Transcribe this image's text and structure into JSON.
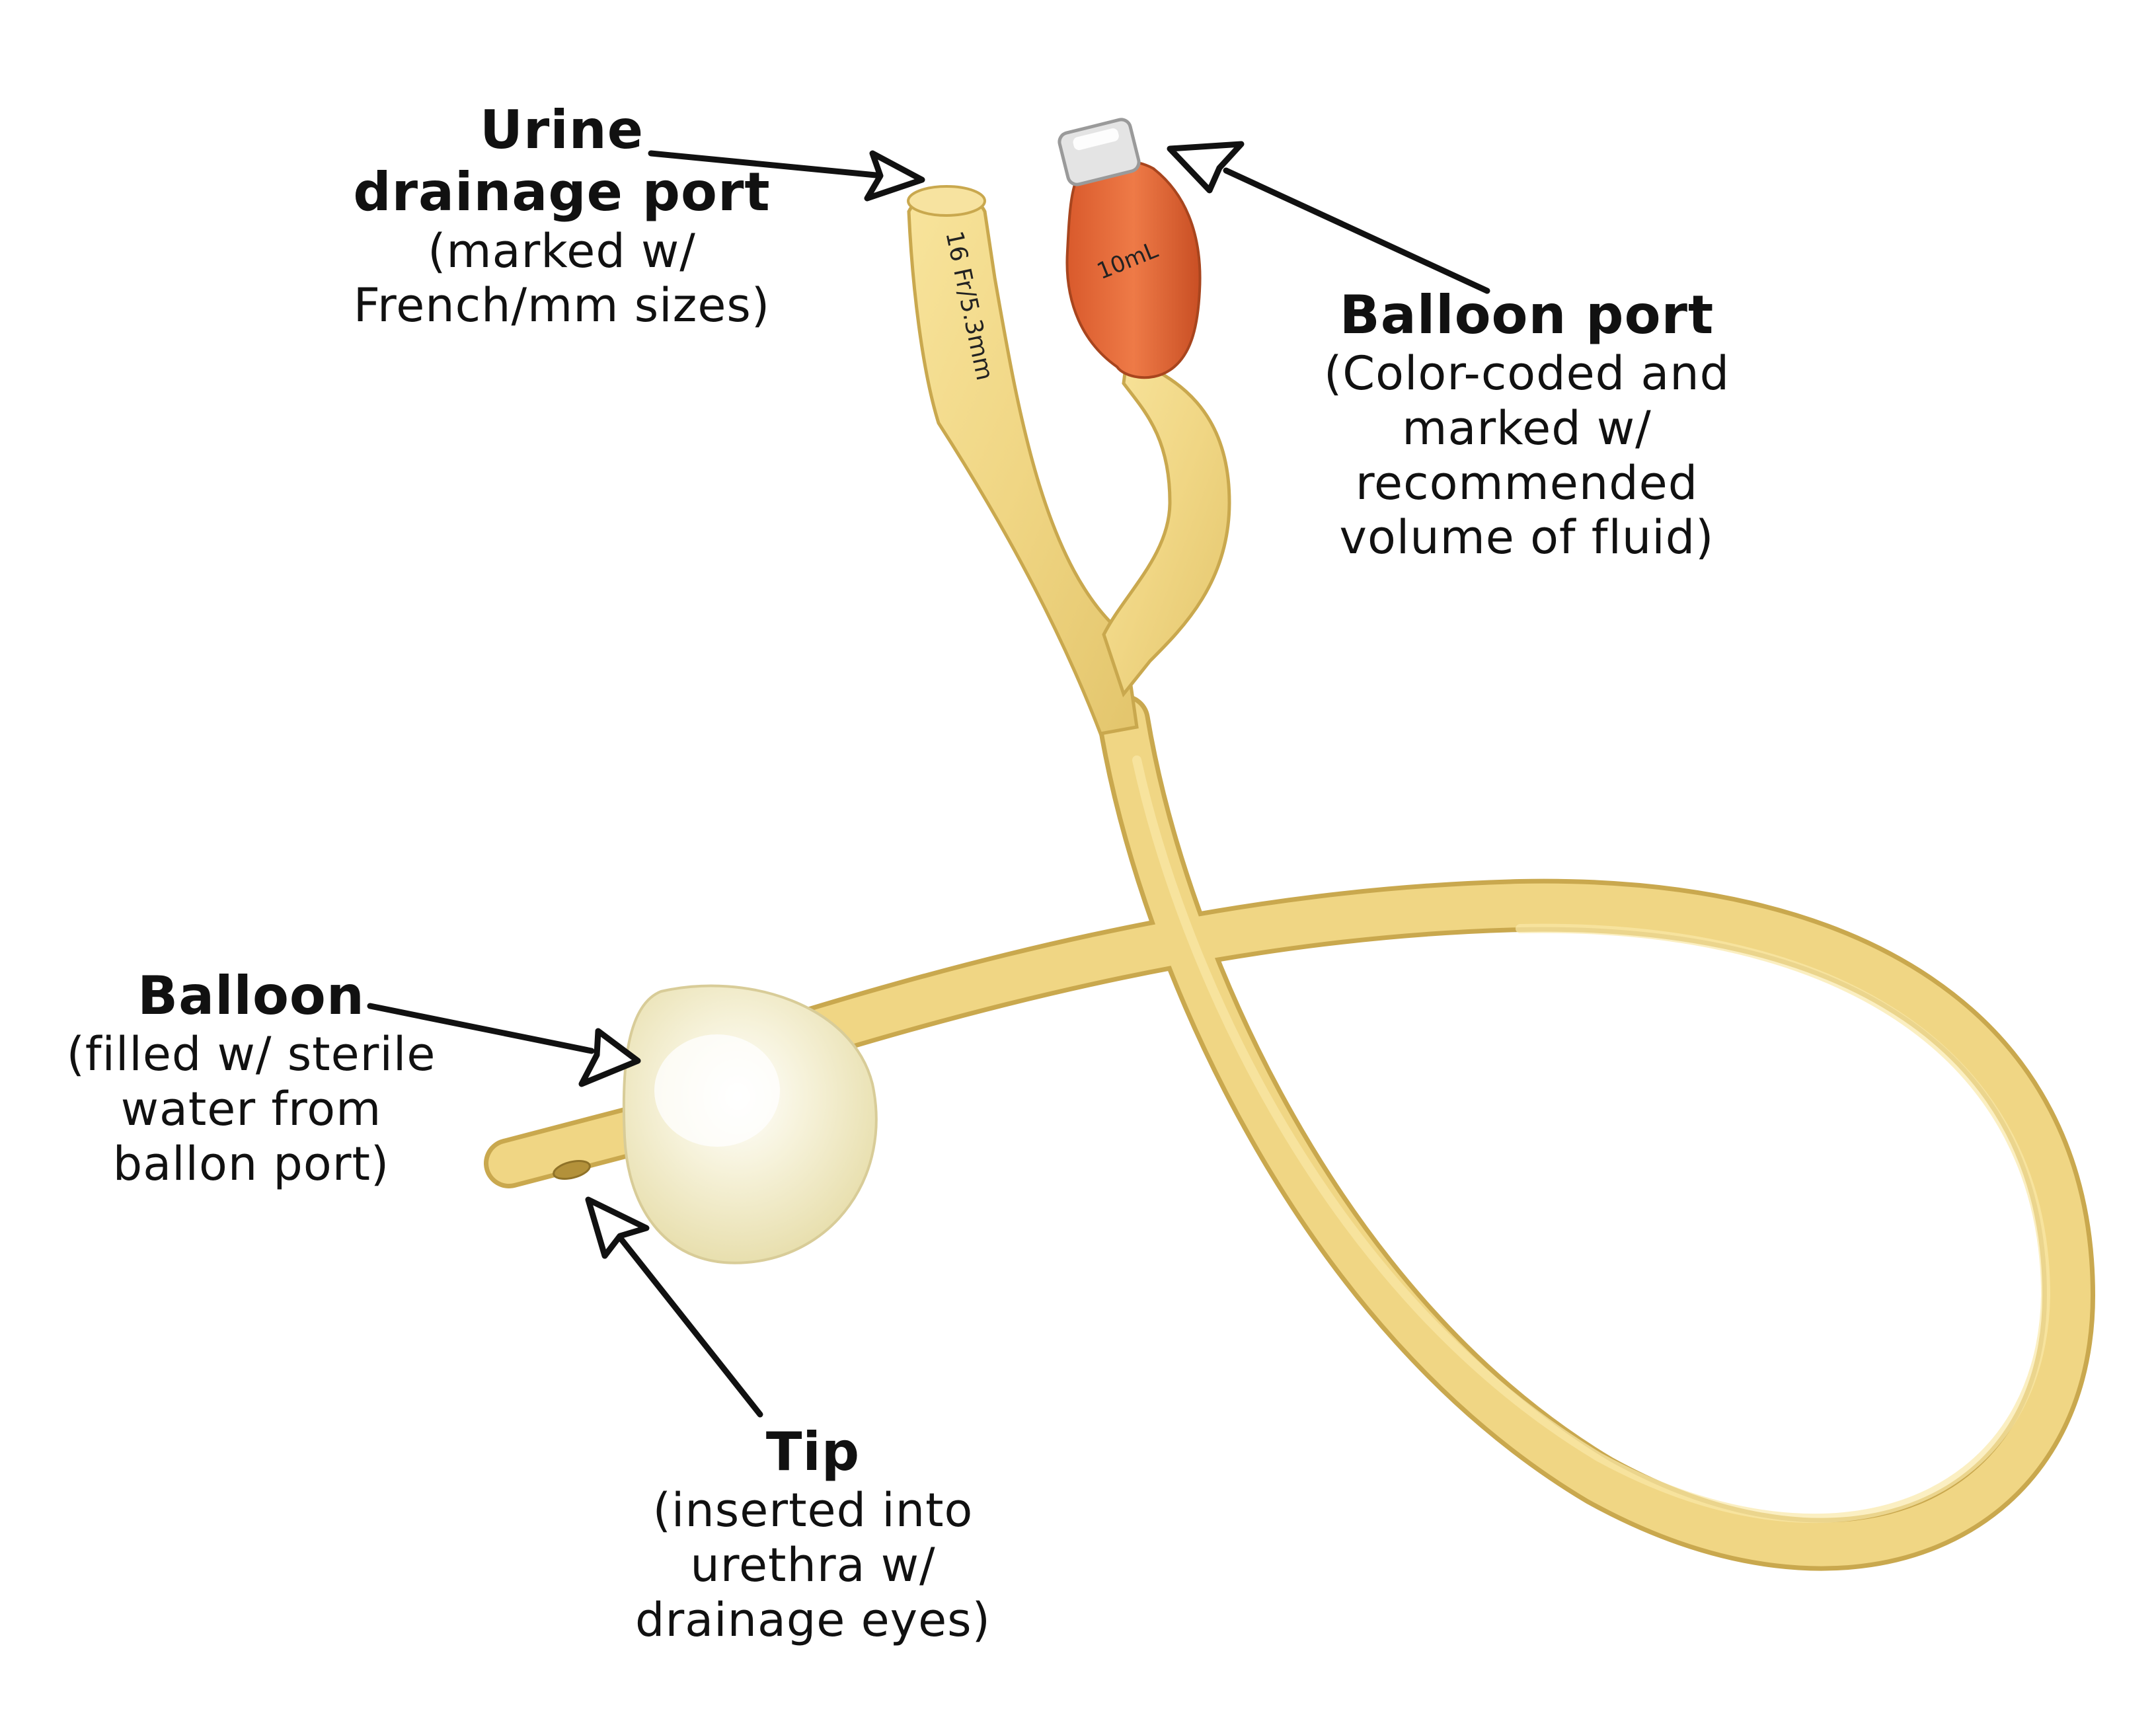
{
  "callouts": {
    "urine_port": {
      "title_line1": "Urine",
      "title_line2": "drainage port",
      "desc_line1": "(marked w/",
      "desc_line2": "French/mm sizes)"
    },
    "balloon_port": {
      "title": "Balloon port",
      "desc_line1": "(Color-coded and",
      "desc_line2": "marked w/",
      "desc_line3": "recommended",
      "desc_line4": "volume of fluid)"
    },
    "balloon": {
      "title": "Balloon",
      "desc_line1": "(filled w/ sterile",
      "desc_line2": "water from",
      "desc_line3": "ballon port)"
    },
    "tip": {
      "title": "Tip",
      "desc_line1": "(inserted into",
      "desc_line2": "urethra w/",
      "desc_line3": "drainage eyes)"
    }
  },
  "product_markings": {
    "size": "16 Fr/5.3mm",
    "volume": "10mL"
  },
  "colors": {
    "latex_tube": "#f0d684",
    "latex_edge": "#c9a84e",
    "balloon_port_valve": "#e0683a",
    "balloon": "#f4f0d2",
    "arrow": "#111111"
  }
}
